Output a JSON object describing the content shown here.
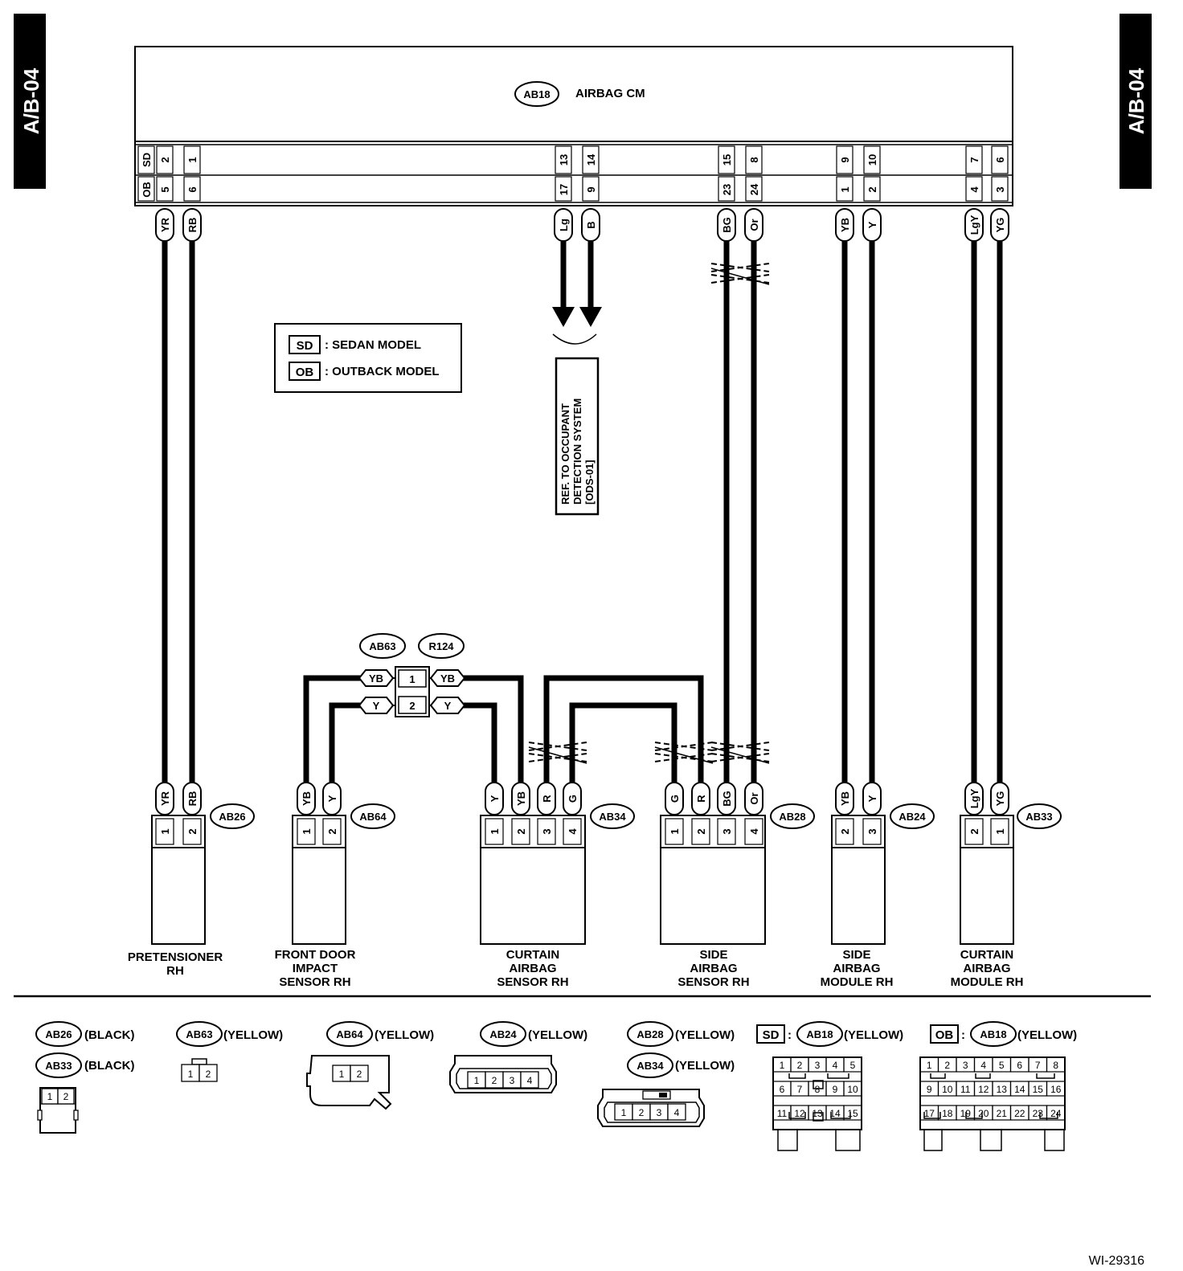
{
  "page_tag": "A/B-04",
  "figure_id": "WI-29316",
  "control_module": {
    "code": "AB18",
    "name": "AIRBAG CM"
  },
  "legend": [
    {
      "code": "SD",
      "text": ": SEDAN MODEL"
    },
    {
      "code": "OB",
      "text": ": OUTBACK MODEL"
    }
  ],
  "cm_rows": {
    "SD": "SD",
    "OB": "OB"
  },
  "cm_pins": [
    {
      "sd": "2",
      "ob": "5",
      "wire": "YR"
    },
    {
      "sd": "1",
      "ob": "6",
      "wire": "RB"
    },
    {
      "sd": "13",
      "ob": "17",
      "wire": "Lg"
    },
    {
      "sd": "14",
      "ob": "9",
      "wire": "B"
    },
    {
      "sd": "15",
      "ob": "23",
      "wire": "BG"
    },
    {
      "sd": "8",
      "ob": "24",
      "wire": "Or"
    },
    {
      "sd": "9",
      "ob": "1",
      "wire": "YB"
    },
    {
      "sd": "10",
      "ob": "2",
      "wire": "Y"
    },
    {
      "sd": "7",
      "ob": "4",
      "wire": "LgY"
    },
    {
      "sd": "6",
      "ob": "3",
      "wire": "YG"
    }
  ],
  "reference_box": {
    "lines": [
      "REF. TO OCCUPANT",
      "DETECTION SYSTEM",
      "[ODS-01]"
    ]
  },
  "joint_connector": {
    "left_code": "AB63",
    "right_code": "R124",
    "rows": [
      {
        "pin": "1",
        "left_wire": "YB",
        "right_wire": "YB"
      },
      {
        "pin": "2",
        "left_wire": "Y",
        "right_wire": "Y"
      }
    ]
  },
  "components": [
    {
      "code": "AB26",
      "label_lines": [
        "PRETENSIONER",
        "RH"
      ],
      "pins": [
        {
          "pin": "1",
          "wire": "YR"
        },
        {
          "pin": "2",
          "wire": "RB"
        }
      ]
    },
    {
      "code": "AB64",
      "label_lines": [
        "FRONT DOOR",
        "IMPACT",
        "SENSOR RH"
      ],
      "pins": [
        {
          "pin": "1",
          "wire": "YB"
        },
        {
          "pin": "2",
          "wire": "Y"
        }
      ]
    },
    {
      "code": "AB34",
      "label_lines": [
        "CURTAIN",
        "AIRBAG",
        "SENSOR RH"
      ],
      "pins": [
        {
          "pin": "1",
          "wire": "Y"
        },
        {
          "pin": "2",
          "wire": "YB"
        },
        {
          "pin": "3",
          "wire": "R"
        },
        {
          "pin": "4",
          "wire": "G"
        }
      ]
    },
    {
      "code": "AB28",
      "label_lines": [
        "SIDE",
        "AIRBAG",
        "SENSOR RH"
      ],
      "pins": [
        {
          "pin": "1",
          "wire": "G"
        },
        {
          "pin": "2",
          "wire": "R"
        },
        {
          "pin": "3",
          "wire": "BG"
        },
        {
          "pin": "4",
          "wire": "Or"
        }
      ]
    },
    {
      "code": "AB24",
      "label_lines": [
        "SIDE",
        "AIRBAG",
        "MODULE RH"
      ],
      "pins": [
        {
          "pin": "2",
          "wire": "YB"
        },
        {
          "pin": "3",
          "wire": "Y"
        }
      ]
    },
    {
      "code": "AB33",
      "label_lines": [
        "CURTAIN",
        "AIRBAG",
        "MODULE RH"
      ],
      "pins": [
        {
          "pin": "2",
          "wire": "LgY"
        },
        {
          "pin": "1",
          "wire": "YG"
        }
      ]
    }
  ],
  "connector_views": {
    "ab26": {
      "code": "AB26",
      "color": "(BLACK)"
    },
    "ab33": {
      "code": "AB33",
      "color": "(BLACK)"
    },
    "ab63": {
      "code": "AB63",
      "color": "(YELLOW)"
    },
    "ab64": {
      "code": "AB64",
      "color": "(YELLOW)"
    },
    "ab24": {
      "code": "AB24",
      "color": "(YELLOW)"
    },
    "ab28": {
      "code": "AB28",
      "color": "(YELLOW)"
    },
    "ab34": {
      "code": "AB34",
      "color": "(YELLOW)"
    },
    "sd_ab18": {
      "tag": "SD",
      "sep": ":",
      "code": "AB18",
      "color": "(YELLOW)"
    },
    "ob_ab18": {
      "tag": "OB",
      "sep": ":",
      "code": "AB18",
      "color": "(YELLOW)"
    },
    "two_pin": [
      "1",
      "2"
    ],
    "four_pin": [
      "1",
      "2",
      "3",
      "4"
    ],
    "sd_grid": [
      [
        "1",
        "2",
        "3",
        "4",
        "5"
      ],
      [
        "6",
        "7",
        "8",
        "9",
        "10"
      ],
      [
        "11",
        "12",
        "13",
        "14",
        "15"
      ]
    ],
    "ob_grid": [
      [
        "1",
        "2",
        "3",
        "4",
        "5",
        "6",
        "7",
        "8"
      ],
      [
        "9",
        "10",
        "11",
        "12",
        "13",
        "14",
        "15",
        "16"
      ],
      [
        "17",
        "18",
        "19",
        "20",
        "21",
        "22",
        "23",
        "24"
      ]
    ]
  },
  "colors": {
    "ink": "#000000",
    "paper": "#ffffff"
  }
}
